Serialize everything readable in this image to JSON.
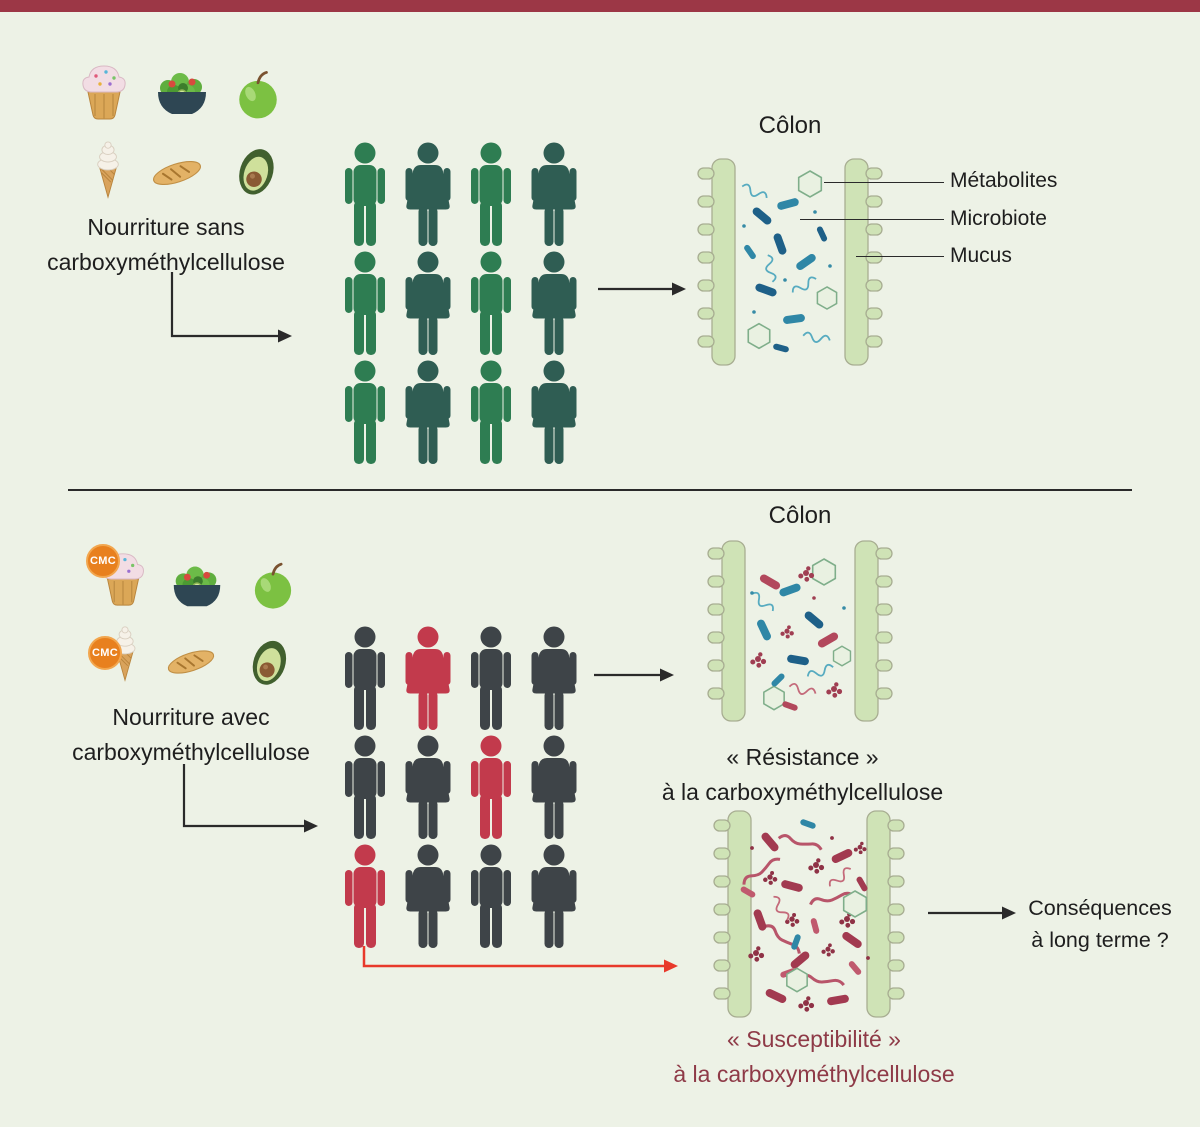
{
  "colors": {
    "top_bar": "#9c3746",
    "background": "#edf2e6",
    "text": "#1e1e1e",
    "susceptible_text": "#8e3a47",
    "red_arrow": "#e8392b",
    "cmc_badge": "#e8801e",
    "person_green_a": "#2e7d52",
    "person_green_b": "#2f5d53",
    "person_dark": "#3e4448",
    "person_red": "#c23a4c"
  },
  "top": {
    "food_label": "Nourriture sans\ncarboxyméthylcellulose",
    "colon_title": "Côlon",
    "annotations": {
      "metabolites": "Métabolites",
      "microbiote": "Microbiote",
      "mucus": "Mucus"
    },
    "people": {
      "rows": [
        [
          {
            "sex": "m",
            "color": "person_green_a"
          },
          {
            "sex": "f",
            "color": "person_green_b"
          },
          {
            "sex": "m",
            "color": "person_green_a"
          },
          {
            "sex": "f",
            "color": "person_green_b"
          }
        ],
        [
          {
            "sex": "m",
            "color": "person_green_a"
          },
          {
            "sex": "f",
            "color": "person_green_b"
          },
          {
            "sex": "m",
            "color": "person_green_a"
          },
          {
            "sex": "f",
            "color": "person_green_b"
          }
        ],
        [
          {
            "sex": "m",
            "color": "person_green_a"
          },
          {
            "sex": "f",
            "color": "person_green_b"
          },
          {
            "sex": "m",
            "color": "person_green_a"
          },
          {
            "sex": "f",
            "color": "person_green_b"
          }
        ]
      ]
    }
  },
  "bottom": {
    "food_label": "Nourriture avec\ncarboxyméthylcellulose",
    "colon_title": "Côlon",
    "cmc_badge": "CMC",
    "resistance_label": "« Résistance »\nà la carboxyméthylcellulose",
    "susceptibility_label": "« Susceptibilité »\nà la carboxyméthylcellulose",
    "consequences_label": "Conséquences\nà long terme ?",
    "people": {
      "rows": [
        [
          {
            "sex": "m",
            "color": "person_dark"
          },
          {
            "sex": "f",
            "color": "person_red"
          },
          {
            "sex": "m",
            "color": "person_dark"
          },
          {
            "sex": "f",
            "color": "person_dark"
          }
        ],
        [
          {
            "sex": "m",
            "color": "person_dark"
          },
          {
            "sex": "f",
            "color": "person_dark"
          },
          {
            "sex": "m",
            "color": "person_red"
          },
          {
            "sex": "f",
            "color": "person_dark"
          }
        ],
        [
          {
            "sex": "m",
            "color": "person_red"
          },
          {
            "sex": "f",
            "color": "person_dark"
          },
          {
            "sex": "m",
            "color": "person_dark"
          },
          {
            "sex": "f",
            "color": "person_dark"
          }
        ]
      ]
    }
  }
}
